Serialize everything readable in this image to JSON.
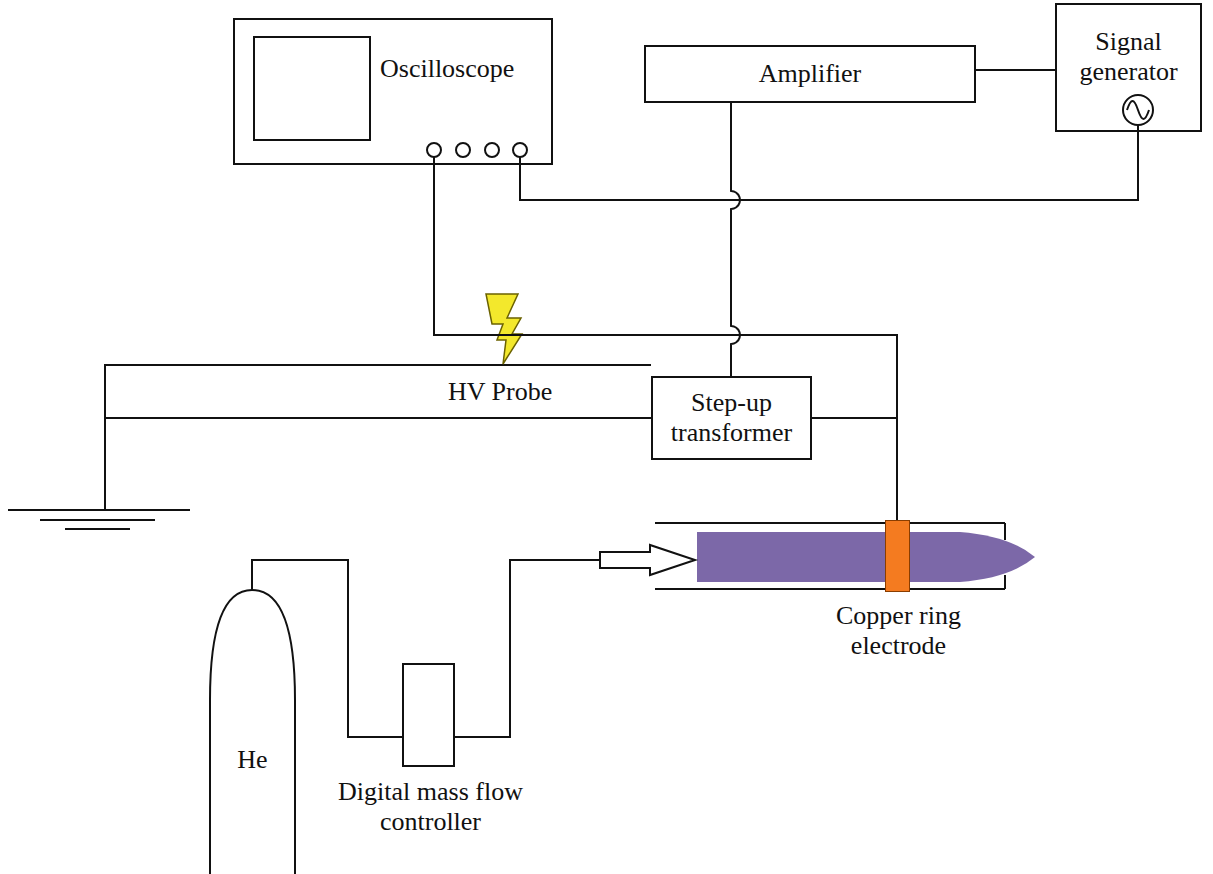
{
  "diagram": {
    "nodes": [
      {
        "text": [
          "Oscilloscope"
        ]
      },
      {
        "text": [
          "Amplifier"
        ]
      },
      {
        "text": [
          "Signal generator"
        ]
      },
      {
        "text": [
          "Step-up transformer"
        ]
      },
      {
        "text": [
          "He"
        ]
      },
      {
        "text": [
          "Digital mass flow controller"
        ]
      },
      {
        "text": [
          "Copper ring electrode"
        ]
      }
    ],
    "edges": [
      {
        "from": 2,
        "to": 1,
        "arrow": "none"
      },
      {
        "from": 1,
        "to": 3,
        "arrow": "none"
      },
      {
        "from": 0,
        "to": 2,
        "arrow": "none"
      },
      {
        "from": 0,
        "to": 6,
        "arrow": "none"
      },
      {
        "from": 3,
        "to": 6,
        "arrow": "none"
      },
      {
        "from": 4,
        "to": 5,
        "arrow": "none"
      }
    ],
    "labels": [
      "HV Probe"
    ]
  }
}
